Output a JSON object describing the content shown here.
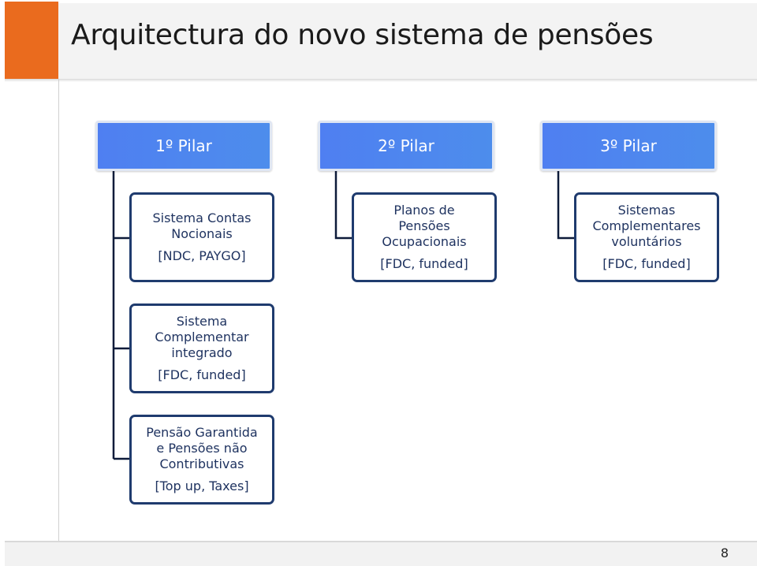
{
  "slide": {
    "title": "Arquitectura do novo sistema de pensões",
    "page_number": "8"
  },
  "pillars": [
    {
      "label": "1º Pilar"
    },
    {
      "label": "2º Pilar"
    },
    {
      "label": "3º Pilar"
    }
  ],
  "nodes": {
    "notional": {
      "name": "Sistema Contas\nNocionais",
      "type": "[NDC, PAYGO]"
    },
    "occupational": {
      "name": "Planos de\nPensões\nOcupacionais",
      "type": "[FDC, funded]"
    },
    "voluntary": {
      "name": "Sistemas\nComplementares\nvoluntários",
      "type": "[FDC, funded]"
    },
    "integrated": {
      "name": "Sistema\nComplementar\nintegrado",
      "type": "[FDC, funded]"
    },
    "guaranteed": {
      "name": "Pensão Garantida\ne Pensões não\nContributivas",
      "type": "[Top up, Taxes]"
    }
  },
  "colors": {
    "accent": "#ea6b1e",
    "pillar_fill": "#4f7ff1",
    "node_border": "#1f3b6e",
    "node_text": "#1f3360"
  }
}
